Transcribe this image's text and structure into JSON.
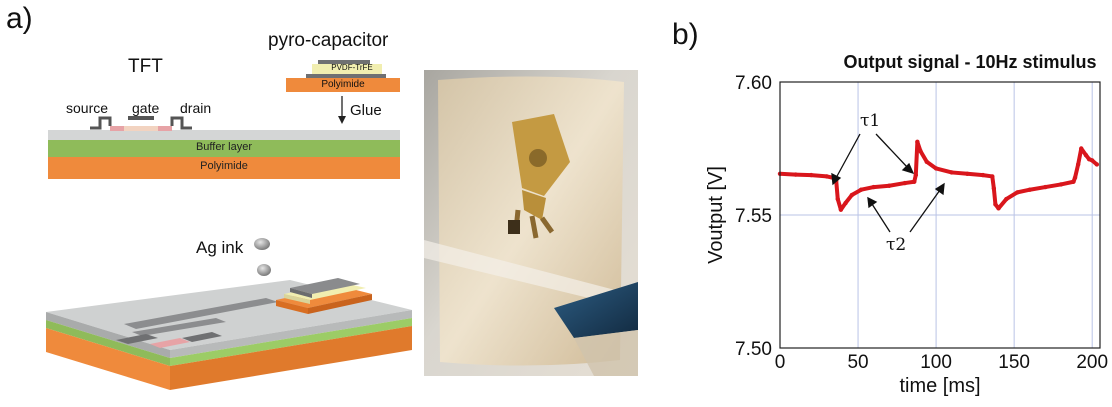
{
  "panel_a": {
    "label": "a)",
    "tft_title": "TFT",
    "source_label": "source",
    "gate_label": "gate",
    "drain_label": "drain",
    "buffer_label": "Buffer layer",
    "polyimide_label": "Polyimide",
    "pyro_title": "pyro-capacitor",
    "pvdf_label": "PVDF-TrFE",
    "pyro_polyimide_label": "Polyimide",
    "glue_label": "Glue",
    "ag_ink_label": "Ag ink"
  },
  "panel_b": {
    "label": "b)",
    "tau1_label": "τ1",
    "tau2_label": "τ2"
  },
  "chart_data": {
    "type": "line",
    "title": "Output signal - 10Hz stimulus",
    "xlabel": "time [ms]",
    "ylabel": "Voutput [V]",
    "xlim": [
      0,
      205
    ],
    "ylim": [
      7.5,
      7.6
    ],
    "xticks": [
      0,
      50,
      100,
      150,
      200
    ],
    "yticks": [
      7.5,
      7.55,
      7.6
    ],
    "ytick_labels": [
      "7.50",
      "7.55",
      "7.60"
    ],
    "grid": true,
    "series": [
      {
        "color": "#d9161c",
        "x": [
          0,
          10,
          20,
          30,
          34,
          36,
          37,
          39,
          42,
          46,
          52,
          60,
          70,
          80,
          86,
          87,
          88,
          90,
          94,
          100,
          110,
          120,
          130,
          136,
          137,
          138,
          140,
          145,
          152,
          160,
          170,
          180,
          188,
          189,
          191,
          193,
          196,
          198,
          200,
          203
        ],
        "y": [
          7.5655,
          7.5652,
          7.565,
          7.5645,
          7.564,
          7.563,
          7.556,
          7.552,
          7.5545,
          7.5575,
          7.5595,
          7.5605,
          7.561,
          7.562,
          7.5625,
          7.565,
          7.5775,
          7.574,
          7.57,
          7.5675,
          7.566,
          7.5655,
          7.565,
          7.5645,
          7.56,
          7.554,
          7.5525,
          7.556,
          7.5585,
          7.5595,
          7.5605,
          7.5615,
          7.5625,
          7.564,
          7.569,
          7.575,
          7.5725,
          7.571,
          7.5705,
          7.569
        ]
      }
    ]
  },
  "colors": {
    "polyimide": "#ef8a3c",
    "buffer": "#8fbb5a",
    "top_layer": "#c9cbcb",
    "contact": "#e7a3a6",
    "metal_dark": "#6f7072",
    "pvdf": "#f1eeb0",
    "line_red": "#d9161c",
    "grid": "#b9c3e6"
  }
}
